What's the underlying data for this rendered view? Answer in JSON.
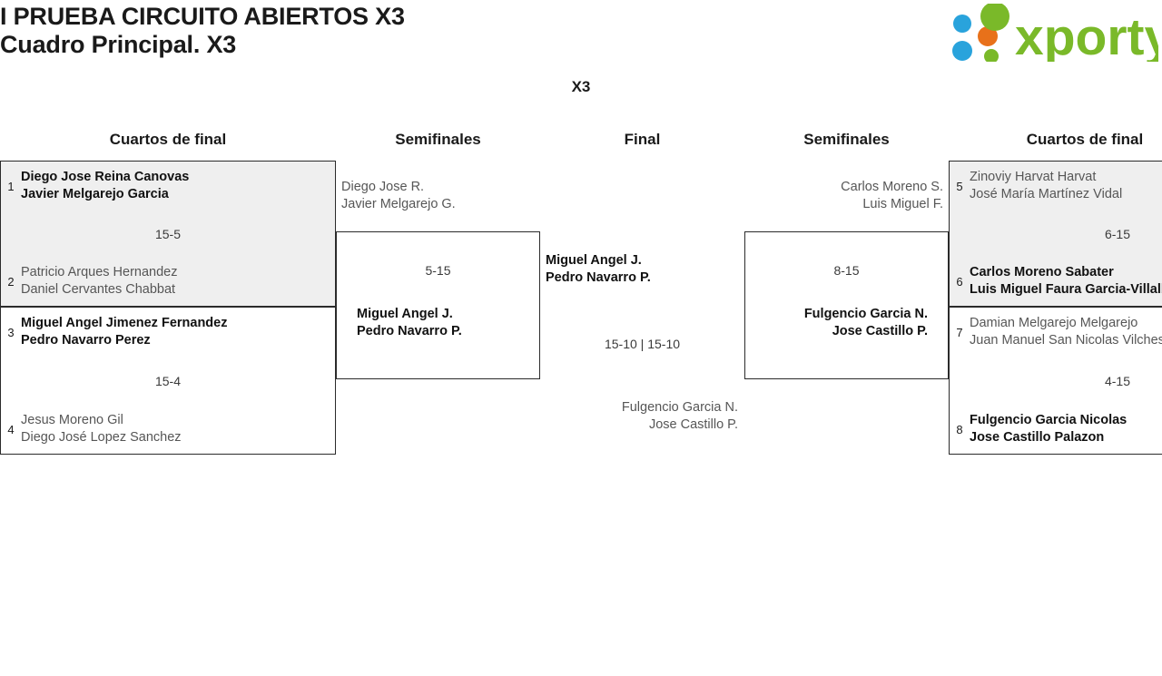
{
  "header": {
    "title_line1": "I PRUEBA CIRCUITO ABIERTOS X3",
    "title_line2": "Cuadro Principal. X3",
    "logo_text": "xporty",
    "logo_colors": {
      "green": "#7ab929",
      "blue": "#29a3dc",
      "orange": "#e8711a"
    }
  },
  "draw": {
    "label": "X3"
  },
  "columns": {
    "qf_left": "Cuartos de final",
    "sf_left": "Semifinales",
    "final": "Final",
    "sf_right": "Semifinales",
    "qf_right": "Cuartos de final"
  },
  "matches": {
    "qf1": {
      "top": {
        "seed": "1",
        "p1": "Diego Jose Reina Canovas",
        "p2": "Javier Melgarejo Garcia",
        "result": "winner"
      },
      "bottom": {
        "seed": "2",
        "p1": "Patricio Arques Hernandez",
        "p2": "Daniel Cervantes Chabbat",
        "result": "loser"
      },
      "score": "15-5"
    },
    "qf2": {
      "top": {
        "seed": "3",
        "p1": "Miguel Angel Jimenez Fernandez",
        "p2": "Pedro Navarro Perez",
        "result": "winner"
      },
      "bottom": {
        "seed": "4",
        "p1": "Jesus Moreno Gil",
        "p2": "Diego José Lopez Sanchez",
        "result": "loser"
      },
      "score": "15-4"
    },
    "sf_left": {
      "top": {
        "p1": "Diego Jose R.",
        "p2": "Javier Melgarejo G.",
        "result": "loser"
      },
      "bottom": {
        "p1": "Miguel Angel J.",
        "p2": "Pedro Navarro P.",
        "result": "winner"
      },
      "score": "5-15"
    },
    "final": {
      "left": {
        "p1": "Miguel Angel J.",
        "p2": "Pedro Navarro P.",
        "result": "winner"
      },
      "right": {
        "p1": "Fulgencio Garcia N.",
        "p2": "Jose Castillo P.",
        "result": "loser"
      },
      "score": "15-10 | 15-10"
    },
    "sf_right": {
      "top": {
        "p1": "Carlos Moreno S.",
        "p2": "Luis Miguel F.",
        "result": "loser"
      },
      "bottom": {
        "p1": "Fulgencio Garcia N.",
        "p2": "Jose Castillo P.",
        "result": "winner"
      },
      "score": "8-15"
    },
    "qf3": {
      "top": {
        "seed": "5",
        "p1": "Zinoviy Harvat Harvat",
        "p2": "José María Martínez Vidal",
        "result": "loser"
      },
      "bottom": {
        "seed": "6",
        "p1": "Carlos Moreno Sabater",
        "p2": "Luis Miguel Faura Garcia-Villalba",
        "result": "winner"
      },
      "score": "6-15"
    },
    "qf4": {
      "top": {
        "seed": "7",
        "p1": "Damian Melgarejo Melgarejo",
        "p2": "Juan Manuel San Nicolas Vilches",
        "result": "loser"
      },
      "bottom": {
        "seed": "8",
        "p1": "Fulgencio Garcia Nicolas",
        "p2": "Jose Castillo Palazon",
        "result": "winner"
      },
      "score": "4-15"
    }
  }
}
